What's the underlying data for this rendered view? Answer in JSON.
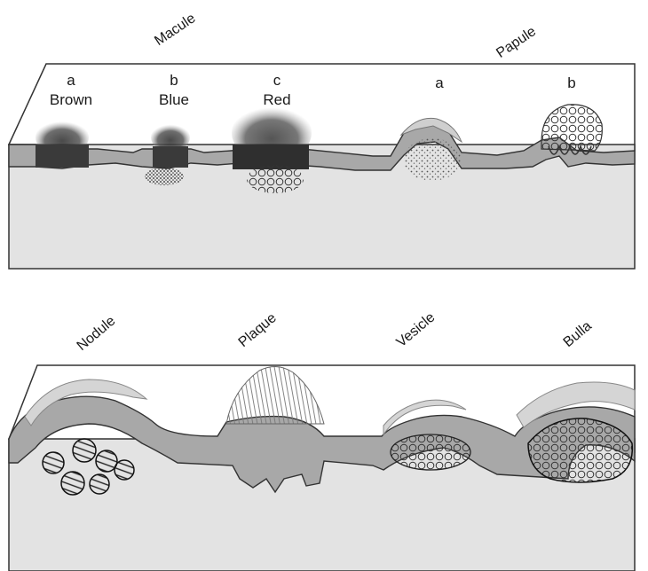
{
  "top_panel": {
    "macule": {
      "label": "Macule",
      "sub": [
        {
          "letter": "a",
          "color": "Brown"
        },
        {
          "letter": "b",
          "color": "Blue"
        },
        {
          "letter": "c",
          "color": "Red"
        }
      ]
    },
    "papule": {
      "label": "Papule",
      "sub": [
        {
          "letter": "a"
        },
        {
          "letter": "b"
        }
      ]
    }
  },
  "bottom_panel": {
    "labels": [
      "Nodule",
      "Plaque",
      "Vesicle",
      "Bulla"
    ]
  }
}
